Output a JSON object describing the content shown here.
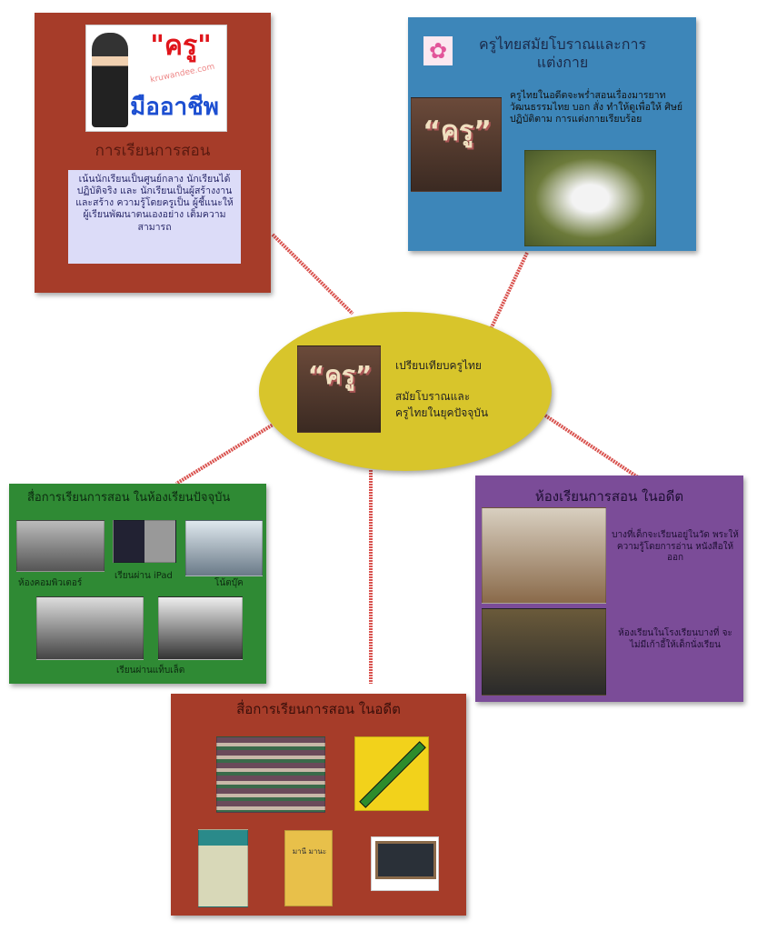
{
  "center": {
    "logo_text": "“ครู”",
    "line1": "เปรียบเทียบครูไทย",
    "line2": "สมัยโบราณและ",
    "line3": "ครูไทยในยุคปัจจุบัน"
  },
  "teaching": {
    "logo_main": "\"ครู\"",
    "logo_sub": "มืออาชีพ",
    "logo_watermark": "kruwandee.com",
    "title": "การเรียนการสอน",
    "body": "เน้นนักเรียนเป็นศูนย์กลาง นักเรียนได้ ปฏิบัติจริง และ นักเรียนเป็นผู้สร้างงาน และสร้าง ความรู้โดยครูเป็น ผู้ชี้แนะให้ผู้เรียนพัฒนาตนเองอย่าง เต็มความสามารถ"
  },
  "ancient": {
    "title": "ครูไทยสมัยโบราณและการแต่งกาย",
    "logo_text": "“ครู”",
    "body": "ครูไทยในอดีตจะพร่ำสอนเรื่องมารยาท วัฒนธรรมไทย บอก สั่ง ทำให้ดูเพื่อให้ ศิษย์ปฏิบัติตาม การแต่งกายเรียบร้อย"
  },
  "modern_media": {
    "title": "สื่อการเรียนการสอน ในห้องเรียนปัจจุบัน",
    "labels": [
      "ห้องคอมพิวเตอร์",
      "เรียนผ่าน iPad",
      "โน้ตบุ๊ค",
      "เรียนผ่านแท็บเล็ต"
    ]
  },
  "past_class": {
    "title": "ห้องเรียนการสอน ในอดีต",
    "text1": "บางที่เด็กจะเรียนอยู่ในวัด พระให้ความรู้โดยการอ่าน หนังสือให้ออก",
    "text2": "ห้องเรียนในโรงเรียนบางที่ จะไม่มีเก้าอี้ให้เด็กนั่งเรียน"
  },
  "past_media": {
    "title": "สื่อการเรียนการสอน ในอดีต",
    "book2_title": "มานี มานะ"
  },
  "colors": {
    "red": "#a63c29",
    "blue": "#3d86b9",
    "green": "#2f8a34",
    "purple": "#7b4c98",
    "yellow": "#d8c52b",
    "line": "#d9534f"
  }
}
